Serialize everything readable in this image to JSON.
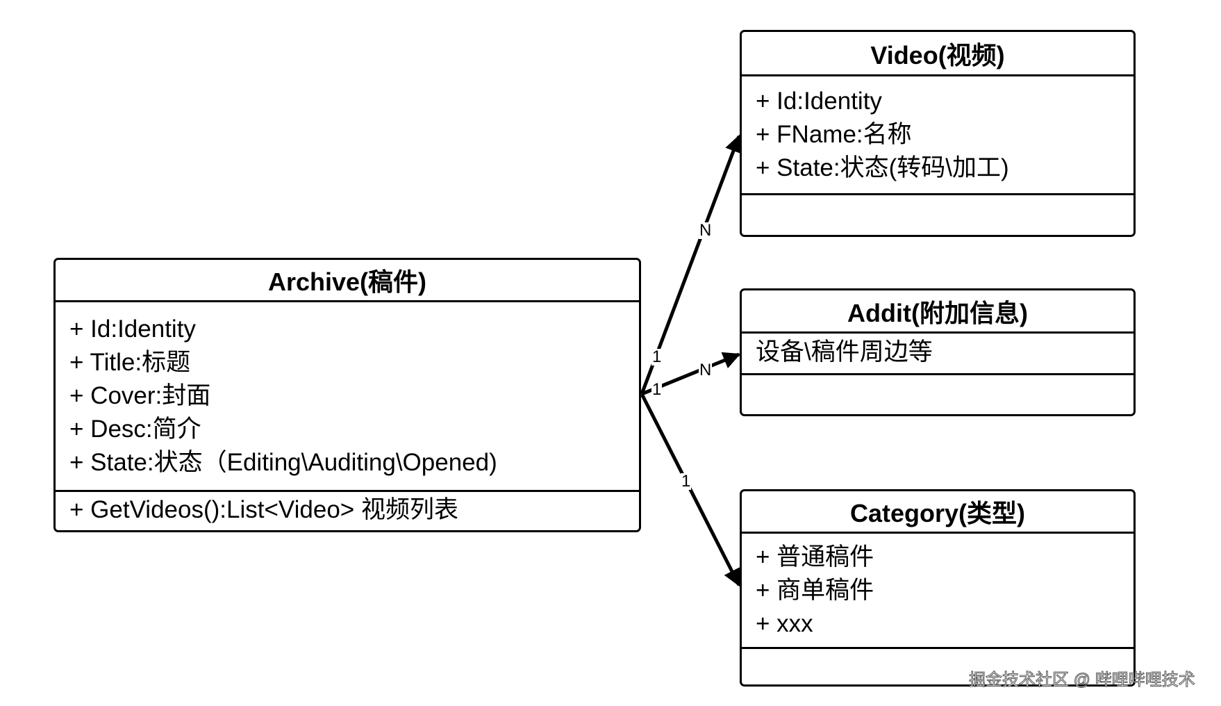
{
  "classes": {
    "archive": {
      "title": "Archive(稿件)",
      "attributes": [
        "+ Id:Identity",
        "+ Title:标题",
        "+ Cover:封面",
        "+ Desc:简介",
        "+ State:状态（Editing\\Auditing\\Opened)"
      ],
      "methods": [
        "+ GetVideos():List<Video> 视频列表"
      ]
    },
    "video": {
      "title": "Video(视频)",
      "attributes": [
        "+ Id:Identity",
        "+ FName:名称",
        "+ State:状态(转码\\加工)"
      ],
      "methods": []
    },
    "addit": {
      "title": "Addit(附加信息)",
      "attributes": [
        "设备\\稿件周边等"
      ],
      "methods": []
    },
    "category": {
      "title": "Category(类型)",
      "attributes": [
        "+ 普通稿件",
        "+ 商单稿件",
        "+ xxx"
      ],
      "methods": []
    }
  },
  "relations": [
    {
      "from": "archive",
      "to": "video",
      "source_multiplicity": "1",
      "target_multiplicity": "N"
    },
    {
      "from": "archive",
      "to": "addit",
      "source_multiplicity": "1",
      "target_multiplicity": "N"
    },
    {
      "from": "archive",
      "to": "category",
      "source_multiplicity": "",
      "target_multiplicity": "1"
    }
  ],
  "watermark": "掘金技术社区 @ 哔哩哔哩技术"
}
